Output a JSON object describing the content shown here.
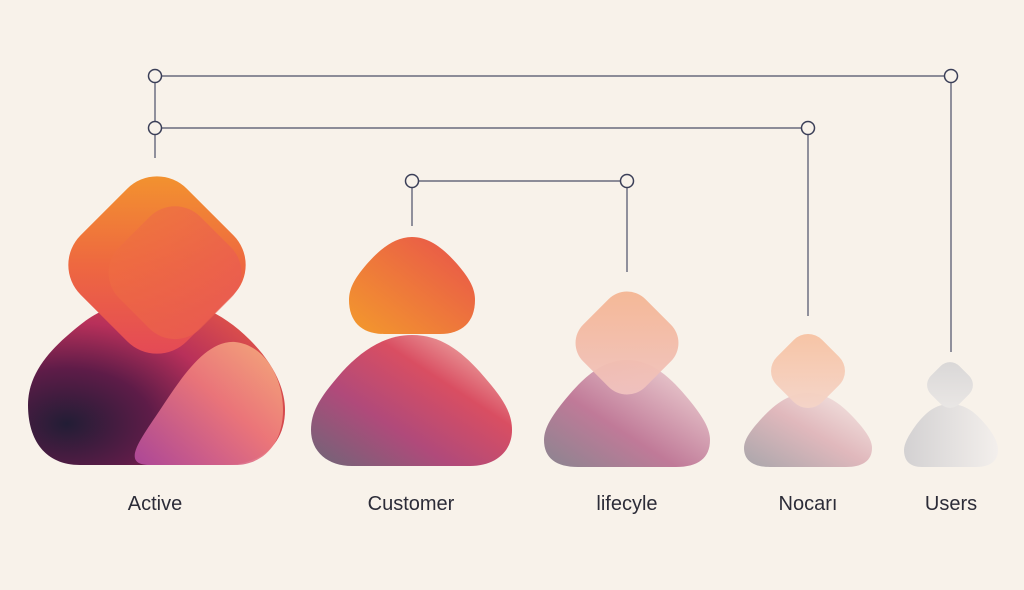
{
  "labels": {
    "active": "Active",
    "customer": "Customer",
    "lifecycle": "lifecyle",
    "nocari": "Nocarı",
    "users": "Users"
  },
  "colors": {
    "background": "#f8f2ea",
    "connector": "#3b3f58",
    "orange": "#f2962e",
    "coral": "#ea5a45",
    "magenta": "#b83a6e",
    "plum": "#3a1f3e",
    "peach": "#f4b392",
    "grey": "#d9d7d6"
  }
}
